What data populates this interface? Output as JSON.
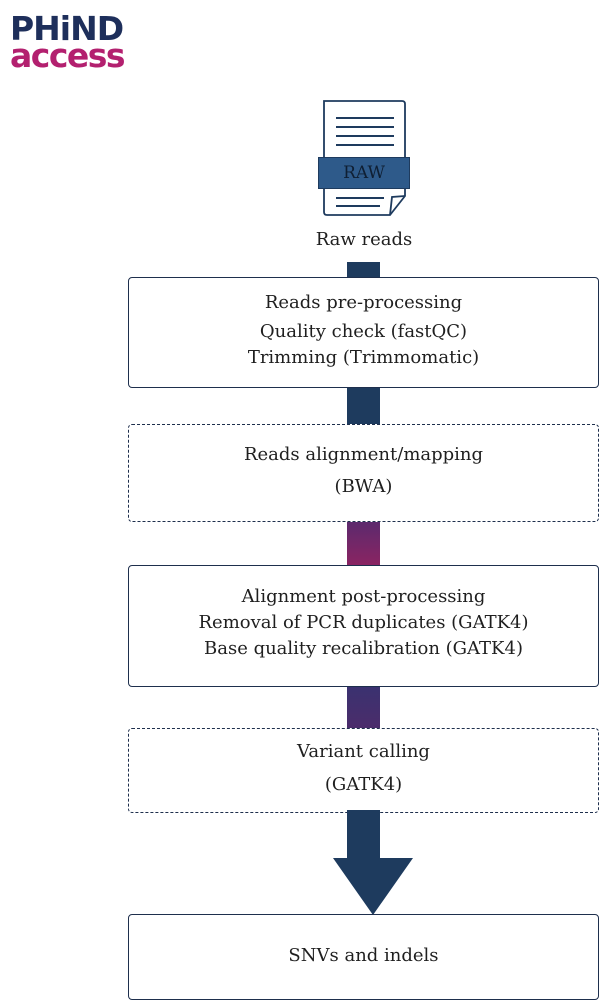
{
  "logo": {
    "line1": "PHiND",
    "line2": "access"
  },
  "document_label": "RAW",
  "raw_caption": "Raw reads",
  "steps": [
    {
      "title": "Reads pre-processing",
      "lines": [
        "Quality check (fastQC)",
        "Trimming (Trimmomatic)"
      ]
    },
    {
      "title": "Reads alignment/mapping",
      "lines": [
        "(BWA)"
      ]
    },
    {
      "title": "Alignment post-processing",
      "lines": [
        "Removal of PCR duplicates (GATK4)",
        "Base quality recalibration (GATK4)"
      ]
    },
    {
      "title": "Variant calling",
      "lines": [
        "(GATK4)"
      ]
    }
  ],
  "output": "SNVs and indels",
  "colors": {
    "navy": "#1e3b5e",
    "magenta": "#8a2462",
    "purple": "#4b2c6b",
    "border": "#1e2f4d"
  }
}
